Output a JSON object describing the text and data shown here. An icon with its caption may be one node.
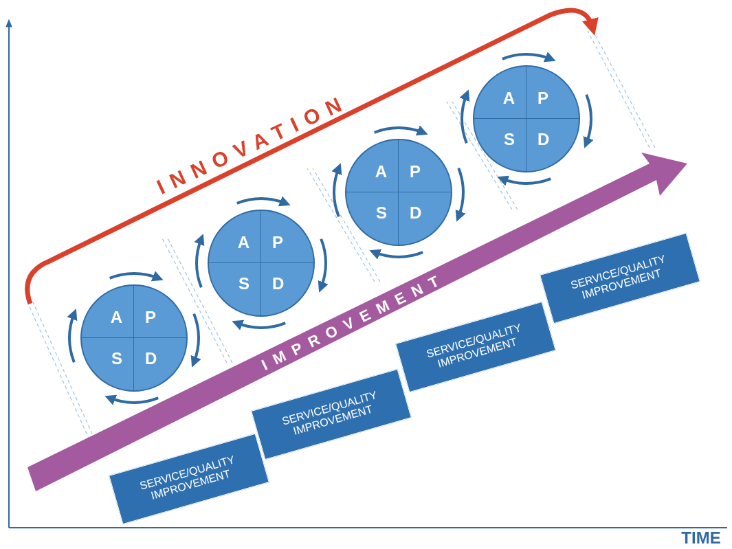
{
  "diagram": {
    "nodes": [
      {
        "text": [
          "A",
          "P",
          "S",
          "D"
        ]
      },
      {
        "text": [
          "A",
          "P",
          "S",
          "D"
        ]
      },
      {
        "text": [
          "A",
          "P",
          "S",
          "D"
        ]
      },
      {
        "text": [
          "A",
          "P",
          "S",
          "D"
        ]
      },
      {
        "text": [
          "SERVICE/QUALITY IMPROVEMENT"
        ]
      },
      {
        "text": [
          "SERVICE/QUALITY IMPROVEMENT"
        ]
      },
      {
        "text": [
          "SERVICE/QUALITY IMPROVEMENT"
        ]
      },
      {
        "text": [
          "SERVICE/QUALITY IMPROVEMENT"
        ]
      }
    ],
    "labels": [
      "INNOVATION",
      "IMPROVEMENT",
      "TIME"
    ]
  }
}
